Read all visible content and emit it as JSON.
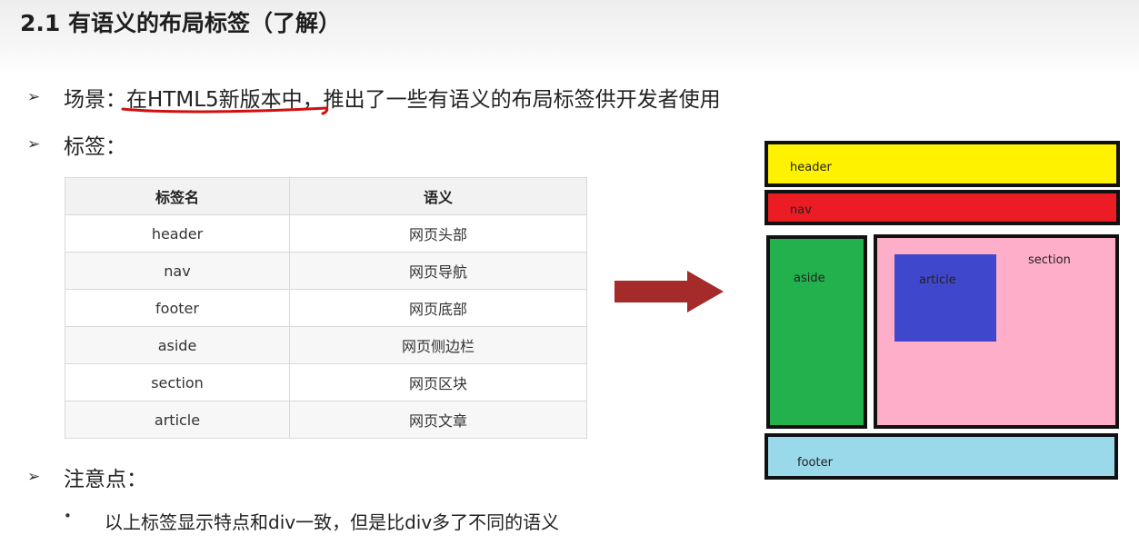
{
  "slide": {
    "title": "2.1 有语义的布局标签（了解）"
  },
  "bullets": {
    "marker": "➢",
    "scene_label": "场景：",
    "scene_highlight": "在HTML5新版本中",
    "scene_rest": "，推出了一些有语义的布局标签供开发者使用",
    "tags_label": "标签：",
    "notes_label": "注意点："
  },
  "table": {
    "headers": [
      "标签名",
      "语义"
    ],
    "rows": [
      [
        "header",
        "网页头部"
      ],
      [
        "nav",
        "网页导航"
      ],
      [
        "footer",
        "网页底部"
      ],
      [
        "aside",
        "网页侧边栏"
      ],
      [
        "section",
        "网页区块"
      ],
      [
        "article",
        "网页文章"
      ]
    ]
  },
  "diagram": {
    "header": "header",
    "nav": "nav",
    "aside": "aside",
    "section": "section",
    "article": "article",
    "footer": "footer",
    "colors": {
      "header": "#fff200",
      "nav": "#ec1c24",
      "aside": "#22b14c",
      "section": "#ffaec9",
      "article": "#3f48cc",
      "footer": "#99d9ea",
      "arrow": "#a52a2a",
      "underline": "#d01010"
    }
  },
  "notes": {
    "marker": "•",
    "items": [
      "以上标签显示特点和div一致，但是比div多了不同的语义"
    ]
  }
}
